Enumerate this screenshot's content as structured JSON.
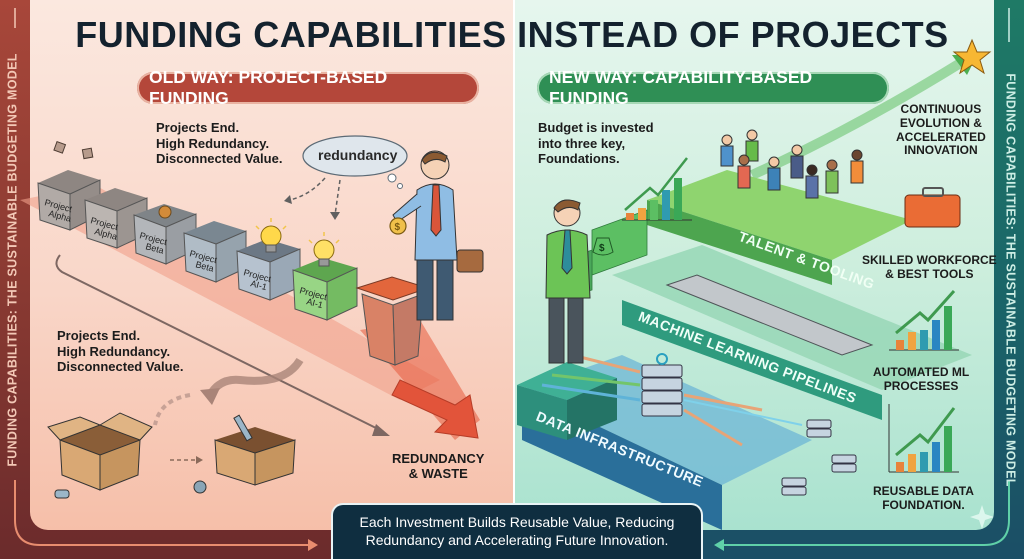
{
  "title": "FUNDING CAPABILITIES INSTEAD OF PROJECTS",
  "side_labels": {
    "left": "FUNDING CAPABILITIES: THE SUSTAINABLE BUDGETING MODEL",
    "right": "FUNDING CAPABILITIES: THE SUSTAINABLE BUDGETING MODEL"
  },
  "old_way": {
    "heading": "OLD WAY: PROJECT-BASED FUNDING",
    "top_note": [
      "Projects End.",
      "High Redundancy.",
      "Disconnected Value."
    ],
    "thought_bubble": "redundancy",
    "bins": [
      {
        "label_1": "Project",
        "label_2": "Alpha",
        "color": "#a8a29f"
      },
      {
        "label_1": "Project",
        "label_2": "Alpha",
        "color": "#b2aeaa"
      },
      {
        "label_1": "Project",
        "label_2": "Beta",
        "color": "#a9acb0"
      },
      {
        "label_1": "Project",
        "label_2": "Beta",
        "color": "#a6b1bc"
      },
      {
        "label_1": "Project",
        "label_2": "AI-1",
        "color": "#adb9c6"
      },
      {
        "label_1": "Project",
        "label_2": "AI-1",
        "color": "#8fd07d"
      }
    ],
    "bottom_note": [
      "Projects End.",
      "High Redundancy.",
      "Disconnected Value."
    ],
    "waste_caption": [
      "REDUNDANCY",
      "& WASTE"
    ],
    "accent": "#b4473a"
  },
  "new_way": {
    "heading": "NEW WAY: CAPABILITY-BASED FUNDING",
    "intro_note": [
      "Budget is invested",
      "into three key,",
      "Foundations."
    ],
    "top_caption": [
      "CONTINUOUS",
      "EVOLUTION &",
      "ACCELERATED",
      "INNOVATION"
    ],
    "layers": [
      {
        "label": "TALENT & TOOLING",
        "caption": [
          "SKILLED WORKFORCE",
          "& BEST TOOLS"
        ],
        "color": "#5cbf63"
      },
      {
        "label": "MACHINE LEARNING PIPELINES",
        "caption": [
          "AUTOMATED ML",
          "PROCESSES"
        ],
        "color": "#35a88a"
      },
      {
        "label": "DATA INFRASTRUCTURE",
        "caption": [
          "REUSABLE DATA",
          "FOUNDATION."
        ],
        "color": "#2a6f9a"
      }
    ],
    "accent": "#2f8f55"
  },
  "bottom_banner": [
    "Each Investment Builds Reusable Value, Reducing",
    "Redundancy and Accelerating Future Innovation."
  ],
  "icons": {
    "star": "star-icon",
    "coin": "coin-icon",
    "money_bag": "money-bag-icon",
    "toolbox": "toolbox-icon",
    "lightbulb": "lightbulb-icon",
    "server": "server-icon",
    "growth_chart": "growth-chart-icon"
  }
}
